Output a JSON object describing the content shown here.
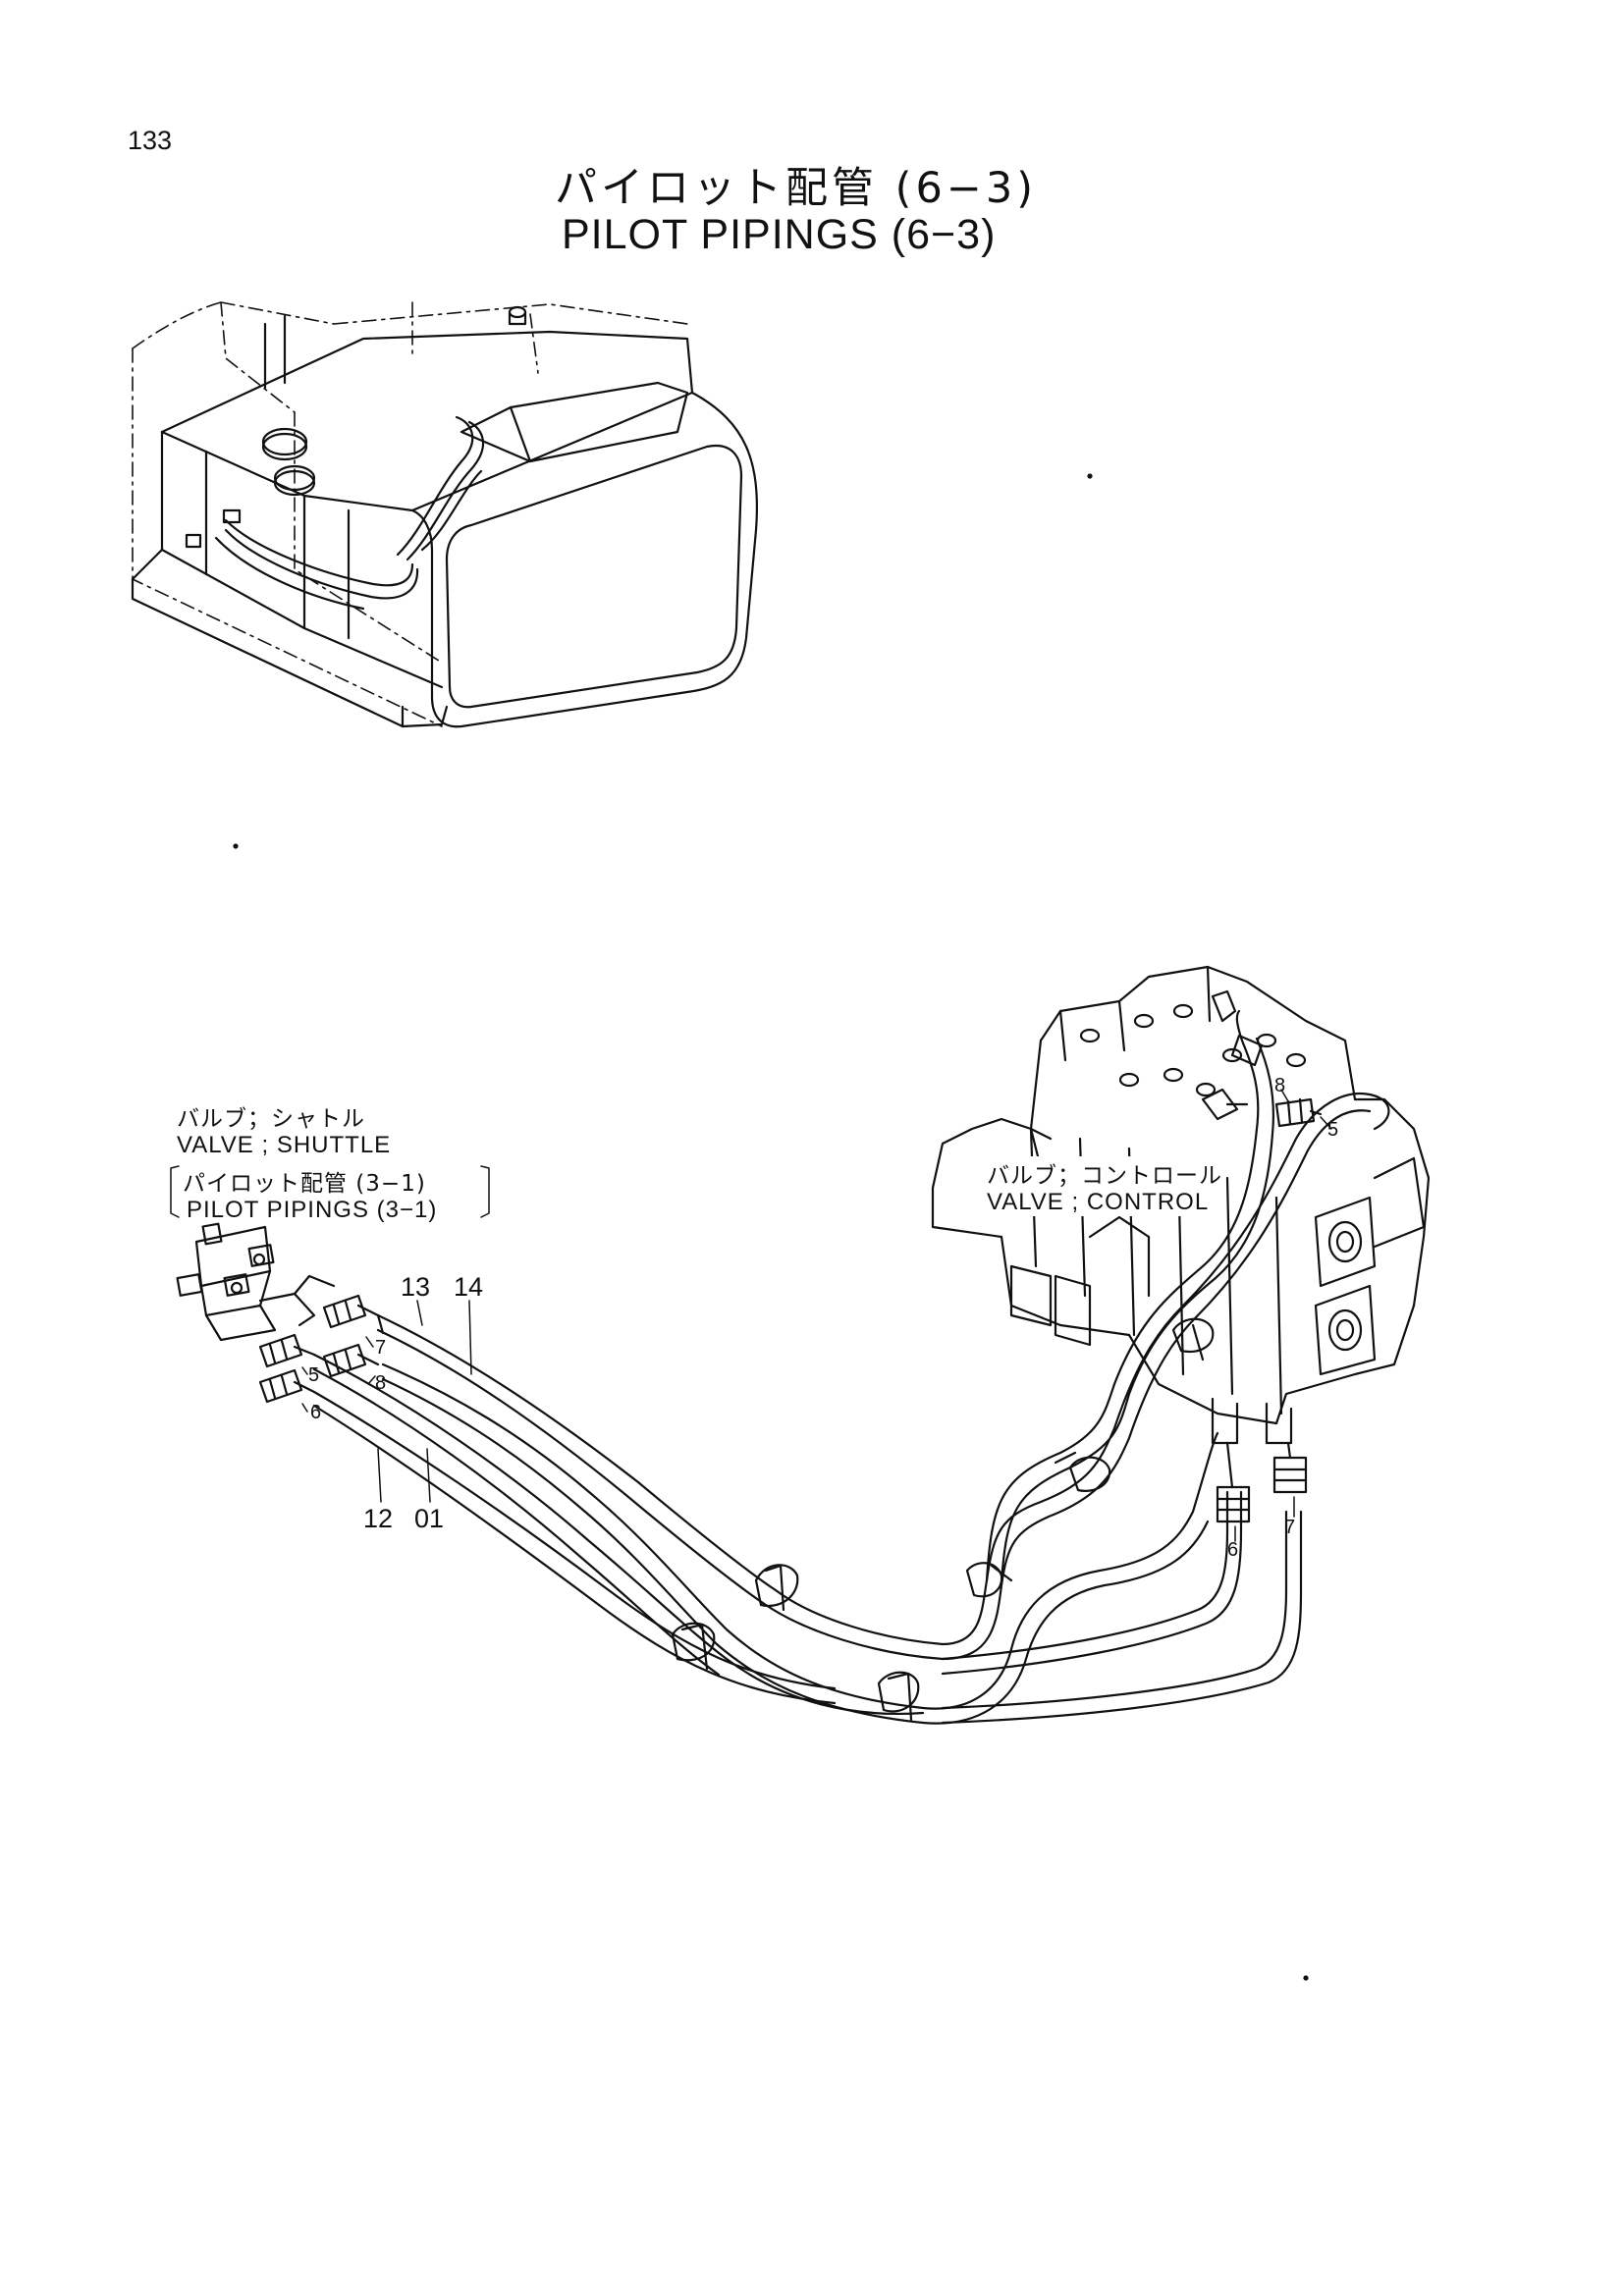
{
  "page": {
    "number": "133"
  },
  "title": {
    "ja": "パイロット配管 (6−3)",
    "en": "PILOT PIPINGS (6−3)"
  },
  "callouts": {
    "shuttle_valve_ja": "バルブ；シャトル",
    "shuttle_valve_en": "VALVE ; SHUTTLE",
    "ref_ja": "パイロット配管 (3−1)",
    "ref_en": "PILOT PIPINGS (3−1)",
    "control_valve_ja": "バルブ；コントロール",
    "control_valve_en": "VALVE ; CONTROL"
  },
  "part_numbers": {
    "p13": "13",
    "p14": "14",
    "p12": "12",
    "p01": "01",
    "p7_left": "7",
    "p8_left": "8",
    "p5_left": "5",
    "p6_left": "6",
    "p8_right": "8",
    "p5_right": "5",
    "p6_right": "6",
    "p7_right": "7"
  }
}
